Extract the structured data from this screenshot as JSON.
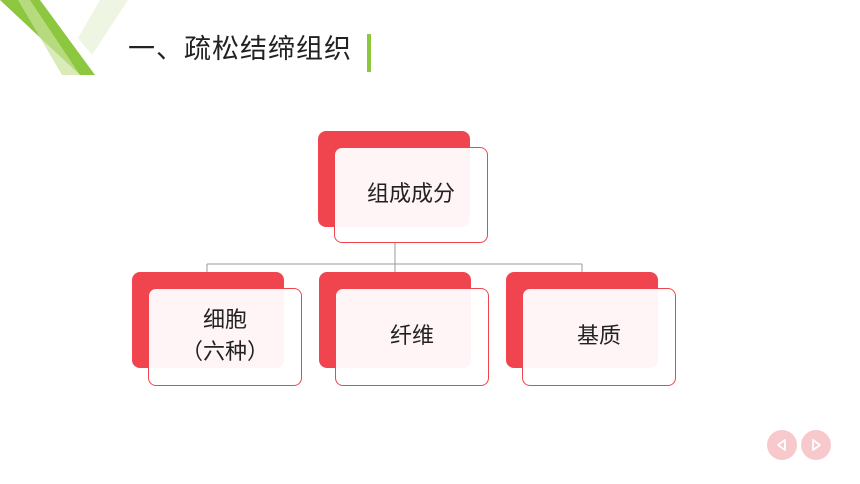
{
  "slide": {
    "title": "一、疏松结缔组织"
  },
  "diagram": {
    "root": {
      "label": "组成成分"
    },
    "children": [
      {
        "line1": "细胞",
        "line2": "（六种）"
      },
      {
        "line1": "纤维"
      },
      {
        "line1": "基质"
      }
    ]
  },
  "colors": {
    "accent_red": "#f0454f",
    "accent_green": "#8dc63f",
    "nav_pink": "#f7c9cc"
  },
  "icons": {
    "prev": "triangle-left-icon",
    "next": "triangle-right-icon"
  }
}
